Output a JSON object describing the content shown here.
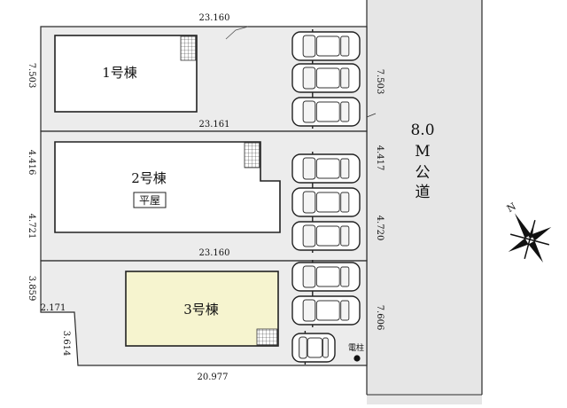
{
  "road": {
    "width_label": "8.0",
    "unit_label": "M",
    "name_chars": [
      "公",
      "道"
    ]
  },
  "lots": [
    {
      "id": "lot-1",
      "building_label": "1号棟",
      "building_highlighted": false,
      "dims": {
        "top": "23.160",
        "bottom": "23.161",
        "left": "7.503",
        "right": "7.503"
      }
    },
    {
      "id": "lot-2",
      "building_label": "2号棟",
      "sub_label": "平屋",
      "building_highlighted": false,
      "dims": {
        "bottom": "23.160",
        "left_upper": "4.416",
        "left_lower": "4.721",
        "right_upper": "4.417",
        "right_lower": "4.720"
      }
    },
    {
      "id": "lot-3",
      "building_label": "3号棟",
      "building_highlighted": true,
      "dims": {
        "bottom": "20.977",
        "left_top": "3.859",
        "notch_top": "2.171",
        "left_bottom": "3.614",
        "right": "7.606"
      }
    }
  ],
  "utility_pole_label": "電柱",
  "compass": {
    "north_label": "N"
  },
  "colors": {
    "line": "#2a2a2a",
    "lot_fill": "#ececec",
    "road_fill": "#e6e6e6",
    "building_fill": "#ffffff",
    "highlight_fill": "#f6f4cf",
    "car_fill": "#ffffff"
  }
}
